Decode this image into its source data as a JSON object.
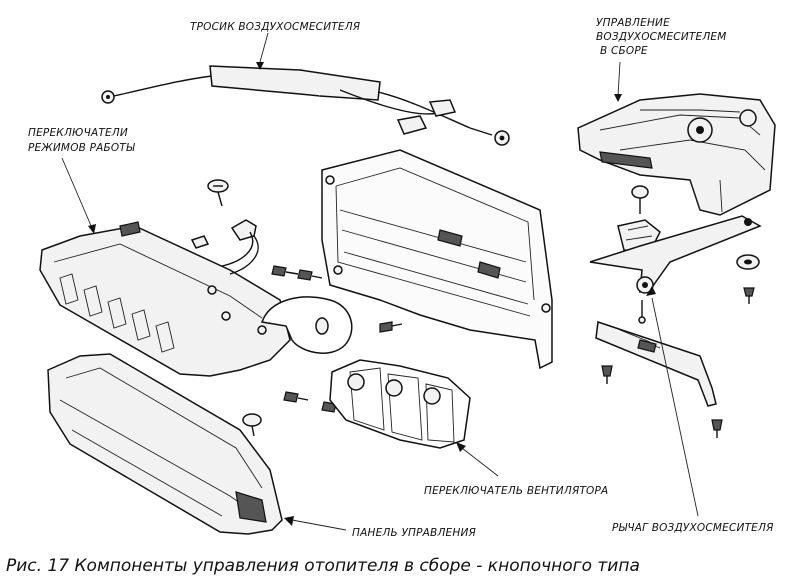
{
  "labels": {
    "cable": "ТРОСИК ВОЗДУХОСМЕСИТЕЛЯ",
    "mixer_control_1": "УПРАВЛЕНИЕ",
    "mixer_control_2": "ВОЗДУХОСМЕСИТЕЛЕМ",
    "mixer_control_3": "В СБОРЕ",
    "mode_switches_1": "ПЕРЕКЛЮЧАТЕЛИ",
    "mode_switches_2": "РЕЖИМОВ РАБОТЫ",
    "fan_switch": "ПЕРЕКЛЮЧАТЕЛЬ ВЕНТИЛЯТОРА",
    "control_panel": "ПАНЕЛЬ УПРАВЛЕНИЯ",
    "mixer_lever": "РЫЧАГ ВОЗДУХОСМЕСИТЕЛЯ"
  },
  "caption": "Рис. 17 Компоненты управления отопителя в сборе - кнопочного типа"
}
